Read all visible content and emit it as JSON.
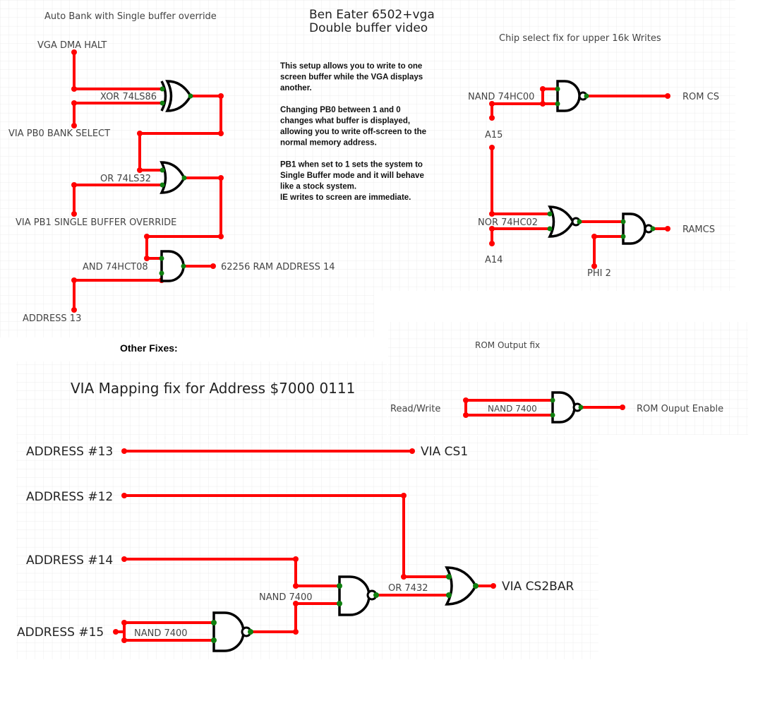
{
  "title": {
    "line1": "Ben Eater 6502+vga",
    "line2": "Double buffer video"
  },
  "description": [
    "This setup allows you to write to one",
    "screen buffer while the VGA displays",
    "another.",
    "",
    "Changing PB0 between 1 and 0",
    "changes what buffer is displayed,",
    "allowing you to write off-screen to the",
    "normal memory address.",
    "",
    "PB1 when set to 1 sets the system to",
    "Single Buffer mode and it will behave",
    "like a stock system.",
    "IE writes to screen are immediate."
  ],
  "auto_bank": {
    "title": "Auto Bank with Single buffer override",
    "signals": {
      "vga_dma_halt": "VGA DMA HALT",
      "pb0": "VIA PB0 BANK SELECT",
      "pb1": "VIA PB1 SINGLE BUFFER OVERRIDE",
      "address13": "ADDRESS 13",
      "ram_a14": "62256 RAM ADDRESS 14"
    },
    "gates": {
      "xor": "XOR 74LS86",
      "or": "OR 74LS32",
      "and": "AND 74HCT08"
    }
  },
  "chip_select": {
    "title": "Chip select fix for upper 16k Writes",
    "signals": {
      "rom_cs": "ROM CS",
      "a15": "A15",
      "a14": "A14",
      "ramcs": "RAMCS",
      "phi2": "PHI 2"
    },
    "gates": {
      "nand": "NAND 74HC00",
      "nor": "NOR 74HC02"
    }
  },
  "other_fixes": {
    "heading": "Other Fixes:"
  },
  "rom_output": {
    "title": "ROM Output fix",
    "signals": {
      "rw": "Read/Write",
      "oe": "ROM Ouput Enable"
    },
    "gates": {
      "nand": "NAND 7400"
    }
  },
  "via_mapping": {
    "title": "VIA Mapping fix for Address $7000  0111",
    "signals": {
      "a13": "ADDRESS #13",
      "a12": "ADDRESS #12",
      "a14": "ADDRESS #14",
      "a15": "ADDRESS #15",
      "cs1": "VIA CS1",
      "cs2bar": "VIA CS2BAR"
    },
    "gates": {
      "nand1": "NAND 7400",
      "nand2": "NAND 7400",
      "or": "OR 7432"
    }
  },
  "colors": {
    "wire": "#ff0000",
    "pin": "#108010",
    "gate_outline": "#000000",
    "grid": "#ececec"
  }
}
